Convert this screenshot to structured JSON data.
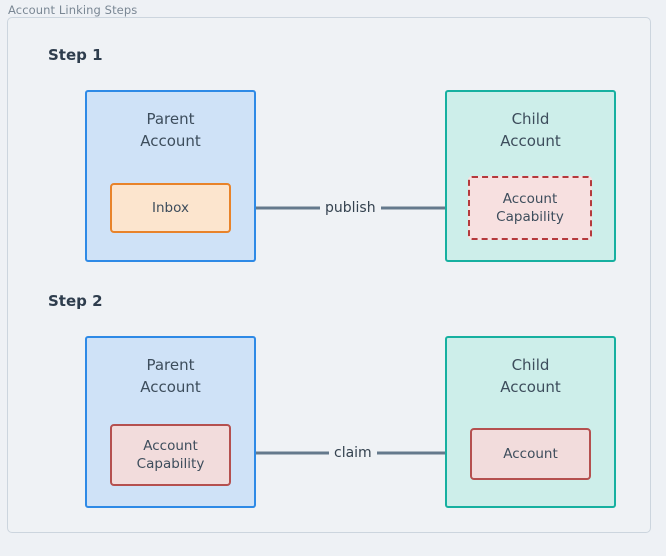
{
  "diagram": {
    "title": "Account Linking Steps",
    "accent_colors": {
      "frame_border": "#ccd5de",
      "frame_background": "#eff2f5",
      "page_background": "#eef1f5",
      "parent_fill": "#cfe2f7",
      "parent_border": "#2e8ae6",
      "child_fill": "#cdeeea",
      "child_border": "#16b0a0",
      "inbox_fill": "#fce5ce",
      "inbox_border": "#e8832a",
      "capability_fill": "#f7e0e0",
      "capability_border": "#b5393c",
      "account_fill": "#f2dcdc",
      "account_border": "#b5504f",
      "edge_stroke": "#64798c",
      "text": "#3d4d5c",
      "step_text": "#2e3d4d",
      "title_text": "#7a8794"
    },
    "steps": [
      {
        "label": "Step 1",
        "left_node": {
          "title": "Parent\nAccount",
          "child": {
            "label": "Inbox",
            "style": "solid"
          }
        },
        "right_node": {
          "title": "Child\nAccount",
          "child": {
            "label": "Account\nCapability",
            "style": "dashed"
          }
        },
        "edge": {
          "label": "publish",
          "direction": "right-to-left"
        }
      },
      {
        "label": "Step 2",
        "left_node": {
          "title": "Parent\nAccount",
          "child": {
            "label": "Account\nCapability",
            "style": "solid"
          }
        },
        "right_node": {
          "title": "Child\nAccount",
          "child": {
            "label": "Account",
            "style": "solid"
          }
        },
        "edge": {
          "label": "claim",
          "direction": "left-to-right"
        }
      }
    ]
  }
}
